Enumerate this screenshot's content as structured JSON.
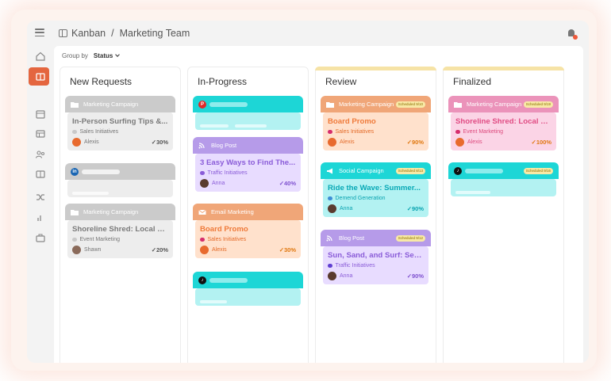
{
  "breadcrumb": {
    "app": "Kanban",
    "separator": "/",
    "board": "Marketing Team"
  },
  "toolbar": {
    "group_by_label": "Group by",
    "group_by_value": "Status"
  },
  "colors": {
    "accent": "#e4663f",
    "gray": "#cbcbcb",
    "purple": "#b69be9",
    "orange": "#f0a678",
    "cyan": "#1dd6d6",
    "pink": "#eb93ba",
    "scheduled": "#f8e9a6"
  },
  "sidebar": {
    "items": [
      {
        "icon": "home-icon"
      },
      {
        "icon": "kanban-icon",
        "active": true
      },
      {
        "icon": "calendar-icon"
      },
      {
        "icon": "table-icon"
      },
      {
        "icon": "team-icon"
      },
      {
        "icon": "book-icon"
      },
      {
        "icon": "shuffle-icon"
      },
      {
        "icon": "chart-icon"
      },
      {
        "icon": "briefcase-icon"
      }
    ]
  },
  "columns": [
    {
      "title": "New Requests",
      "cards": [
        {
          "type": "Marketing Campaign",
          "title": "In-Person Surfing Tips &...",
          "tag": "Sales Initiatives",
          "assignee": "Alexis",
          "progress": "✓30%"
        },
        {
          "type": "",
          "icon": "linkedin-icon"
        },
        {
          "type": "Marketing Campaign",
          "title": "Shoreline Shred: Local Ev...",
          "tag": "Event Marketing",
          "assignee": "Shawn",
          "progress": "✓20%"
        }
      ]
    },
    {
      "title": "In-Progress",
      "cards": [
        {
          "type": "",
          "icon": "pinterest-icon"
        },
        {
          "type": "Blog Post",
          "title": "3 Easy Ways to Find The...",
          "tag": "Traffic Initiatives",
          "assignee": "Anna",
          "progress": "✓40%"
        },
        {
          "type": "Email Marketing",
          "title": "Board Promo",
          "tag": "Sales Initiatives",
          "assignee": "Alexis",
          "progress": "✓30%"
        },
        {
          "type": "",
          "icon": "tiktok-icon"
        }
      ]
    },
    {
      "title": "Review",
      "cards": [
        {
          "type": "Marketing Campaign",
          "scheduled": "Scheduled 9/10",
          "title": "Board Promo",
          "tag": "Sales Initiatives",
          "assignee": "Alexis",
          "progress": "✓90%"
        },
        {
          "type": "Social Campaign",
          "scheduled": "Scheduled 8/13",
          "title": "Ride the Wave: Summer...",
          "tag": "Demend Generation",
          "assignee": "Anna",
          "progress": "✓90%"
        },
        {
          "type": "Blog Post",
          "scheduled": "Scheduled 9/12",
          "title": "Sun, Sand, and Surf: Seas...",
          "tag": "Traffic Initiatives",
          "assignee": "Anna",
          "progress": "✓90%"
        }
      ]
    },
    {
      "title": "Finalized",
      "cards": [
        {
          "type": "Marketing Campaign",
          "scheduled": "Scheduled 9/19",
          "title": "Shoreline Shred: Local Ev...",
          "tag": "Event Marketing",
          "assignee": "Alexis",
          "progress": "✓100%"
        },
        {
          "type": "",
          "icon": "tiktok-icon",
          "scheduled": "Scheduled 9/16"
        }
      ]
    }
  ]
}
